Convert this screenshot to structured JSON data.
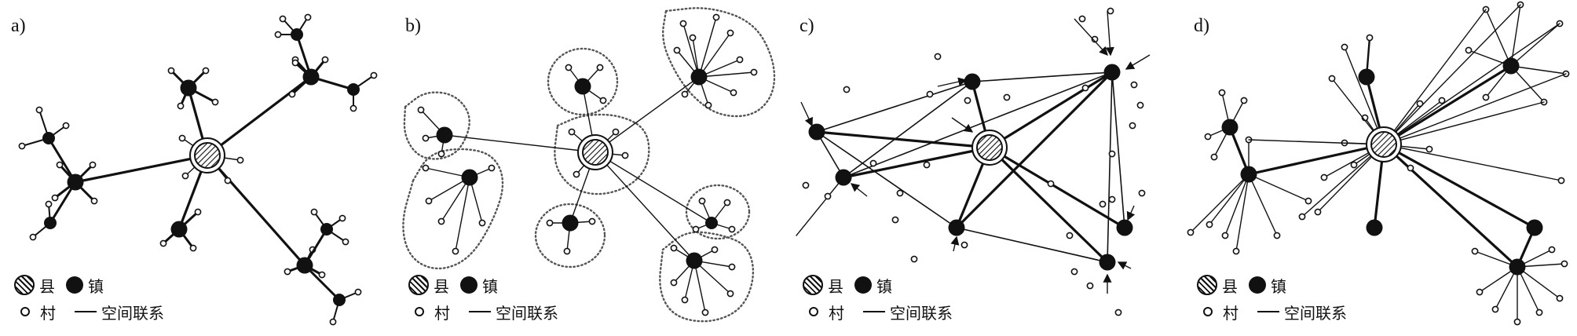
{
  "panels": [
    {
      "label": "a)",
      "legend": {
        "county": "县",
        "town": "镇",
        "village": "村",
        "link": "空间联系"
      }
    },
    {
      "label": "b)",
      "legend": {
        "county": "县",
        "town": "镇",
        "village": "村",
        "link": "空间联系"
      }
    },
    {
      "label": "c)",
      "legend": {
        "county": "县",
        "town": "镇",
        "village": "村",
        "link": "空间联系"
      }
    },
    {
      "label": "d)",
      "legend": {
        "county": "县",
        "town": "镇",
        "village": "村",
        "link": "空间联系"
      }
    }
  ]
}
